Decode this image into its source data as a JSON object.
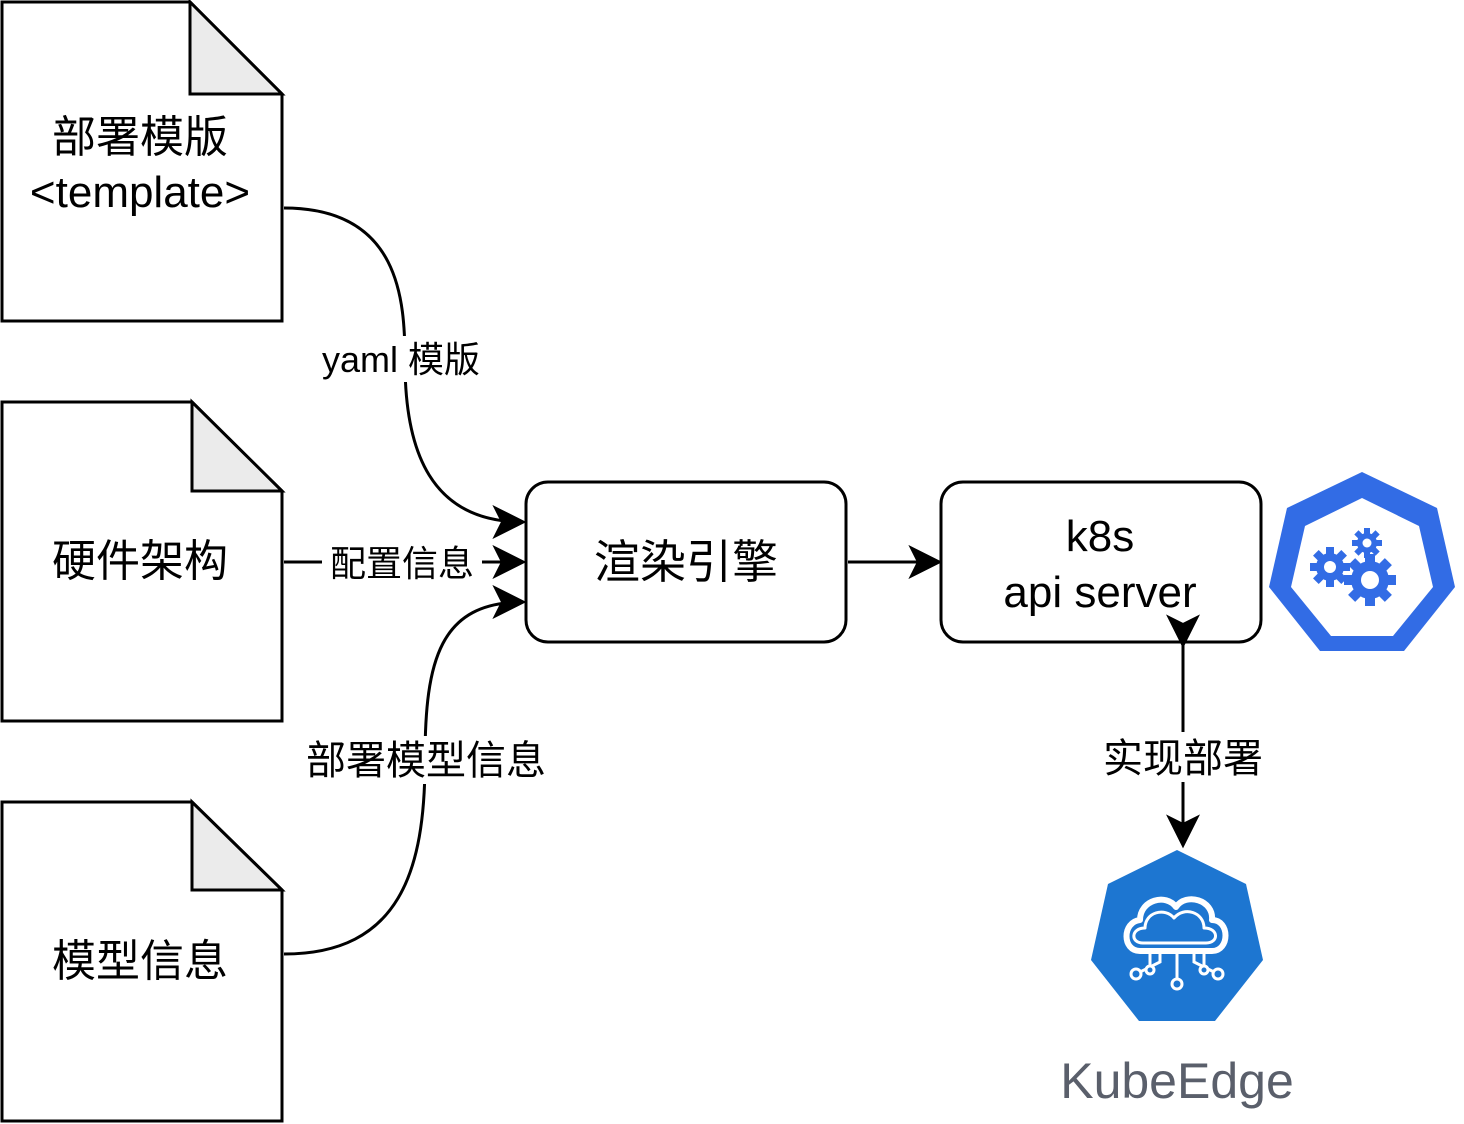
{
  "documents": [
    {
      "line1": "部署模版",
      "line2": "<template>"
    },
    {
      "line1": "硬件架构"
    },
    {
      "line1": "模型信息"
    }
  ],
  "engine": {
    "label": "渲染引擎"
  },
  "api_server": {
    "line1": "k8s",
    "line2": "api server"
  },
  "edges": {
    "yaml": "yaml 模版",
    "config": "配置信息",
    "model": "部署模型信息",
    "deploy": "实现部署"
  },
  "logos": {
    "kubernetes": {
      "icon": "kubernetes-gears-icon",
      "color": "#326ce5"
    },
    "kubeedge": {
      "icon": "kubeedge-cloud-icon",
      "color": "#1d76d1",
      "text": "KubeEdge",
      "text_color": "#5a5f6b"
    }
  }
}
